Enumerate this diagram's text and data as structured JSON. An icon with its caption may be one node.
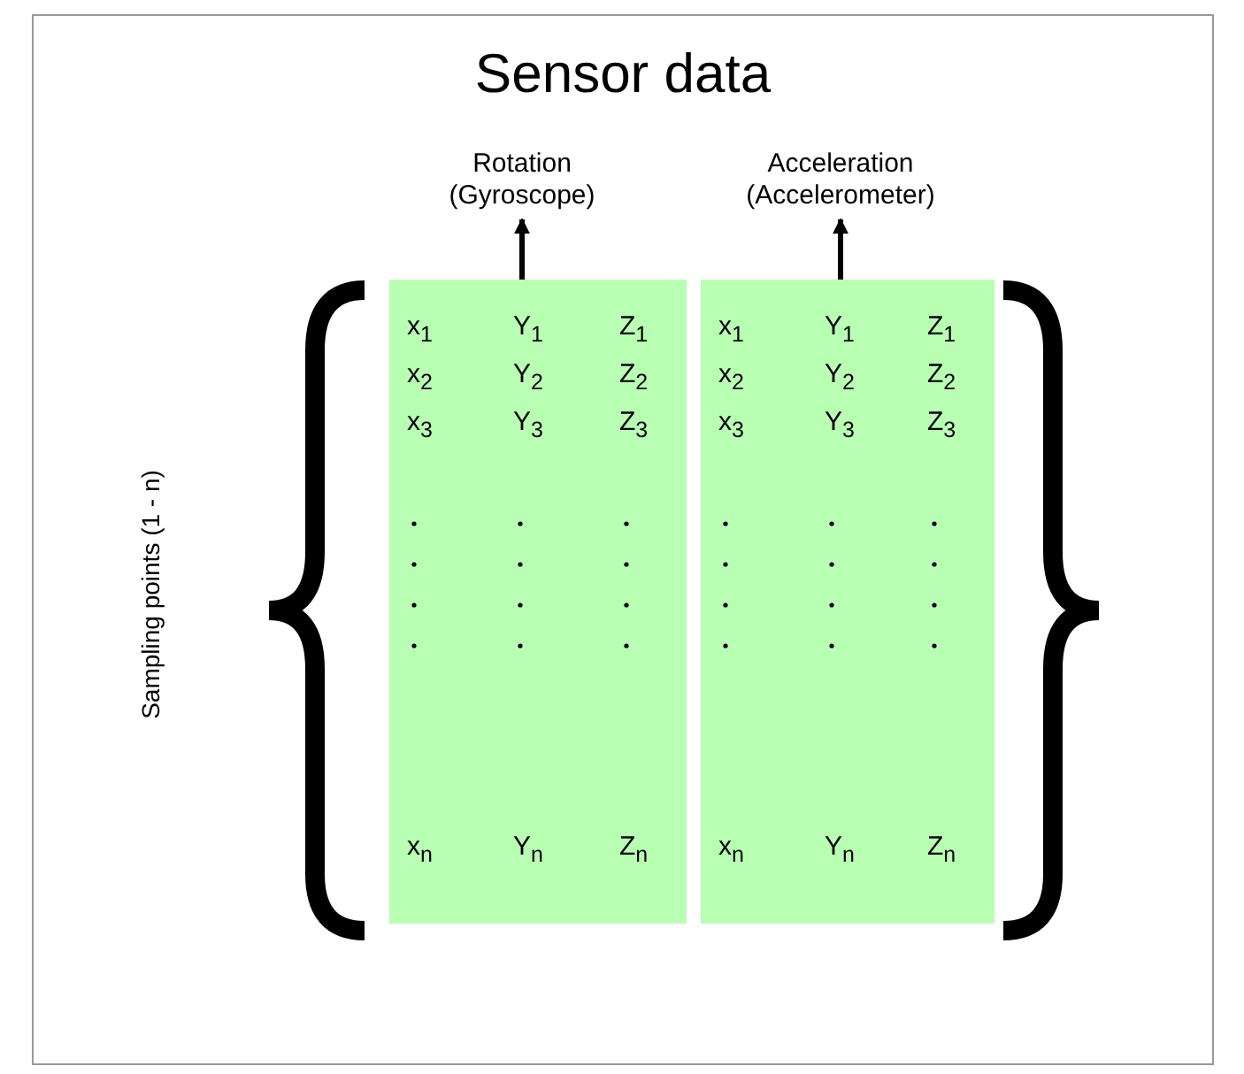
{
  "diagram": {
    "title": "Sensor data",
    "nodes": [
      {
        "text": [
          "Rotation (Gyroscope)"
        ]
      },
      {
        "text": [
          "Acceleration (Accelerometer)"
        ]
      },
      {
        "text": [],
        "shape": "box"
      },
      {
        "text": [],
        "shape": "box"
      }
    ],
    "edges": [
      {
        "from": 2,
        "to": 0,
        "arrow": "to"
      },
      {
        "from": 3,
        "to": 1,
        "arrow": "to"
      }
    ],
    "labels": [
      "Sampling points (1 - n)",
      "x$_{1}$",
      "Y$_{1}$",
      "Z$_{1}$",
      "x$_{1}$",
      "Y$_{1}$",
      "Z$_{1}$",
      "x$_{2}$",
      "Y$_{2}$",
      "Z$_{2}$",
      "x$_{2}$",
      "Y$_{2}$",
      "Z$_{2}$",
      "x$_{3}$",
      "Y$_{3}$",
      "Z$_{3}$",
      "x$_{3}$",
      "Y$_{3}$",
      "Z$_{3}$",
      "x$_{n}$",
      "Y$_{n}$",
      "Z$_{n}$",
      "x$_{n}$",
      "Y$_{n}$",
      "Z$_{n}$"
    ]
  }
}
